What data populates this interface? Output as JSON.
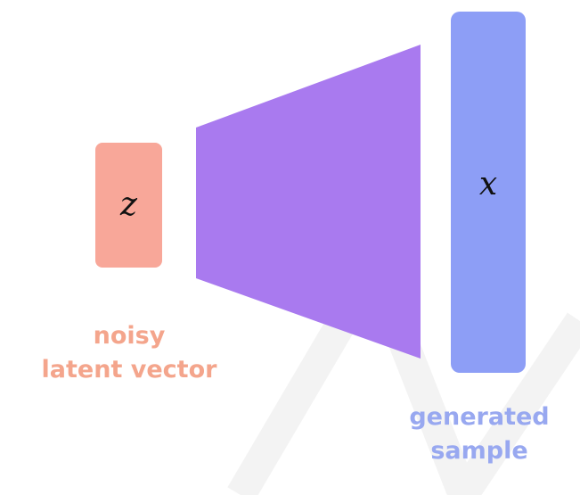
{
  "latent": {
    "symbol": "z",
    "label_line1": "noisy",
    "label_line2": "latent vector",
    "color": "#f8a799",
    "label_color": "#f4a58c"
  },
  "generator": {
    "color": "#a97aef"
  },
  "sample": {
    "symbol": "x",
    "label_line1": "generated",
    "label_line2": "sample",
    "color": "#8d9ef6",
    "label_color": "#98a8f0"
  }
}
